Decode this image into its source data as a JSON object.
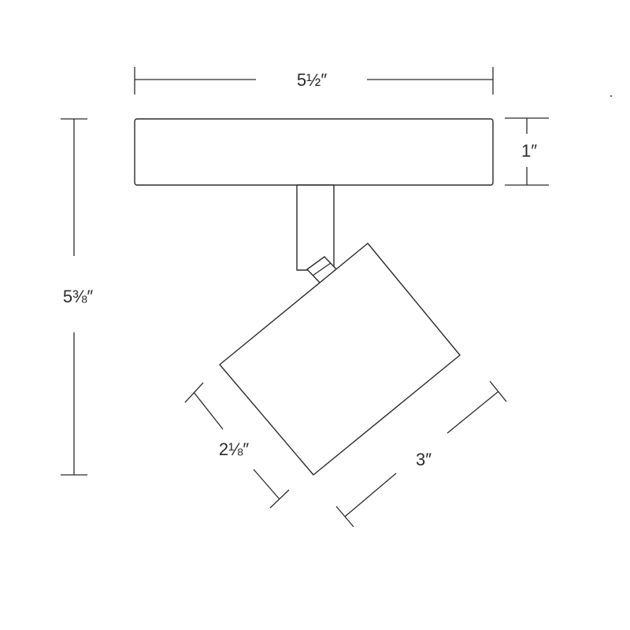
{
  "dimensions": {
    "width": "5½″",
    "canopy_height": "1″",
    "total_height": "5⅜″",
    "head_diameter": "2⅛″",
    "head_length": "3″"
  },
  "colors": {
    "line": "#2b2b2b",
    "background": "#ffffff"
  }
}
